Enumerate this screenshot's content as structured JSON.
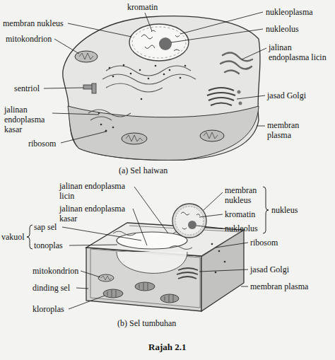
{
  "diagram": {
    "caption": "Rajah 2.1",
    "labels": [
      "kromatin",
      "membran nukleus",
      "nukleoplasma",
      "mitokondrion",
      "nukleolus",
      "jalinan endoplasma licin",
      "sentriol",
      "jalinan endoplasma kasar",
      "ribosom",
      "jasad Golgi",
      "membran plasma",
      "(a) Sel haiwan",
      "jalinan endoplasma licin",
      "jalinan endoplasma kasar",
      "vakuol",
      "sap sel",
      "tonoplas",
      "mitokondrion",
      "dinding sel",
      "kloroplas",
      "membran nukleus",
      "kromatin",
      "nukleolus",
      "nukleus",
      "ribosom",
      "jasad Golgi",
      "membran plasma",
      "(b) Sel tumbuhan"
    ]
  }
}
